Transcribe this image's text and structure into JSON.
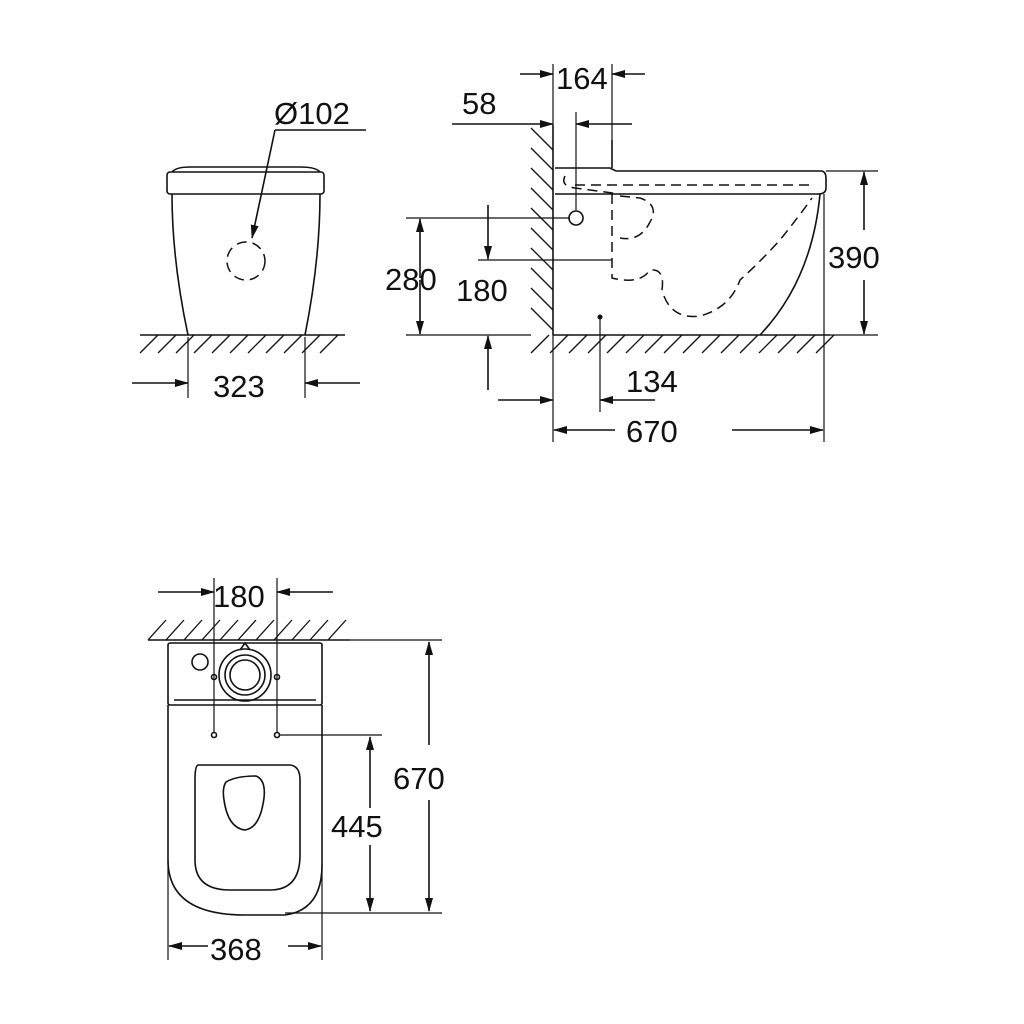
{
  "colors": {
    "line": "#111111",
    "background": "#ffffff"
  },
  "front_view": {
    "pipe_diameter": "Ø102",
    "width": "323"
  },
  "side_view": {
    "d164": "164",
    "d58": "58",
    "d280": "280",
    "d180": "180",
    "d390": "390",
    "d134": "134",
    "d670": "670"
  },
  "top_view": {
    "d180": "180",
    "d670": "670",
    "d445": "445",
    "d368": "368"
  }
}
